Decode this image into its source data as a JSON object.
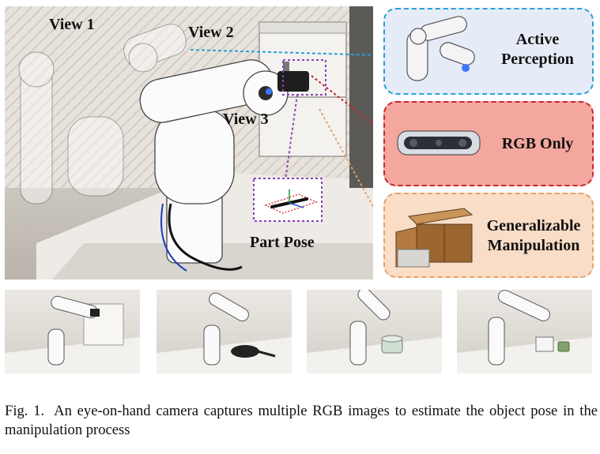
{
  "figure": {
    "labels": {
      "view1": "View 1",
      "view2": "View 2",
      "view3": "View 3",
      "part_pose": "Part Pose"
    },
    "boxes": [
      {
        "line1": "Active",
        "line2": "Perception"
      },
      {
        "line1": "RGB Only",
        "line2": ""
      },
      {
        "line1": "Generalizable",
        "line2": "Manipulation"
      }
    ],
    "colors": {
      "blue": "#2aa0d8",
      "red": "#c8242a",
      "orange": "#e6a06a",
      "purple": "#8a3fb8"
    }
  },
  "caption": {
    "fig_label": "Fig. 1.",
    "text": "An eye-on-hand camera captures multiple RGB images to estimate the object pose in the manipulation process"
  }
}
